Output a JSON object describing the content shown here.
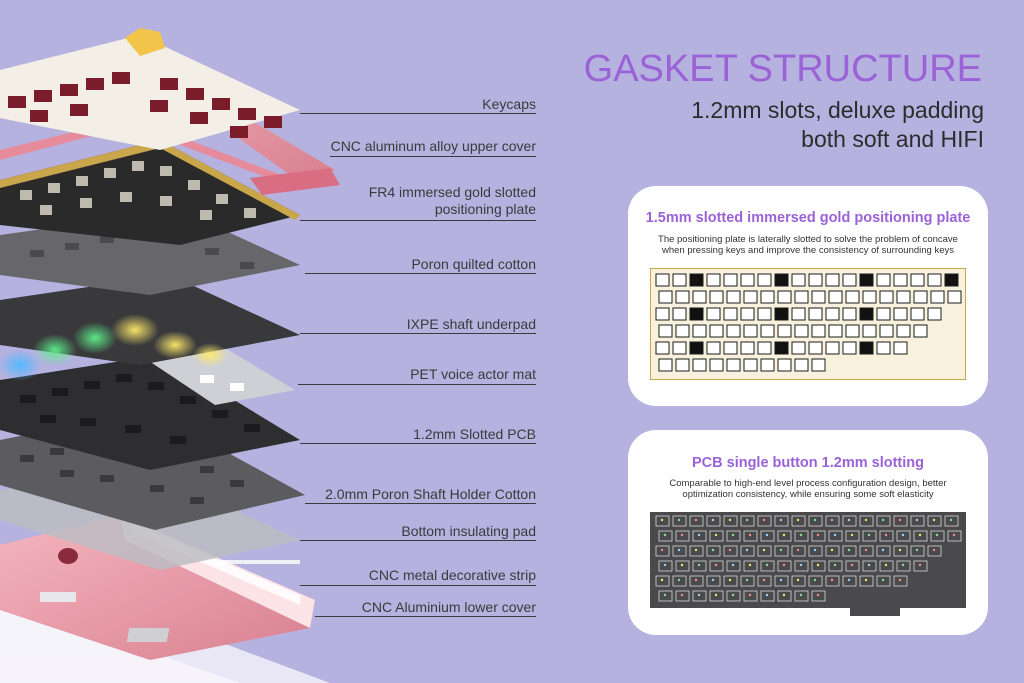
{
  "header": {
    "title": "GASKET STRUCTURE",
    "subtitle_line1": "1.2mm slots, deluxe padding",
    "subtitle_line2": "both soft and HIFI"
  },
  "layers": [
    {
      "label": "Keycaps"
    },
    {
      "label": "CNC aluminum alloy upper cover"
    },
    {
      "label": "FR4 immersed gold slotted"
    },
    {
      "label": "positioning plate"
    },
    {
      "label": "Poron quilted cotton"
    },
    {
      "label": "IXPE shaft underpad"
    },
    {
      "label": "PET voice actor mat"
    },
    {
      "label": "1.2mm Slotted PCB"
    },
    {
      "label": "2.0mm Poron Shaft Holder Cotton"
    },
    {
      "label": "Bottom insulating pad"
    },
    {
      "label": "CNC metal decorative strip"
    },
    {
      "label": "CNC Aluminium lower cover"
    }
  ],
  "cards": {
    "plate": {
      "title": "1.5mm slotted immersed gold positioning plate",
      "desc_line1": "The positioning plate is laterally slotted to solve the problem of concave",
      "desc_line2": "when pressing keys and improve the consistency of surrounding keys"
    },
    "pcb": {
      "title": "PCB single button 1.2mm slotting",
      "desc_line1": "Comparable to high-end level process configuration design, better",
      "desc_line2": "optimization consistency, while ensuring some soft elasticity"
    }
  },
  "colors": {
    "background": "#b6b2e0",
    "accent": "#9a62d6",
    "case_pink": "#e99aa8",
    "plate_gold": "#c9a64a"
  }
}
